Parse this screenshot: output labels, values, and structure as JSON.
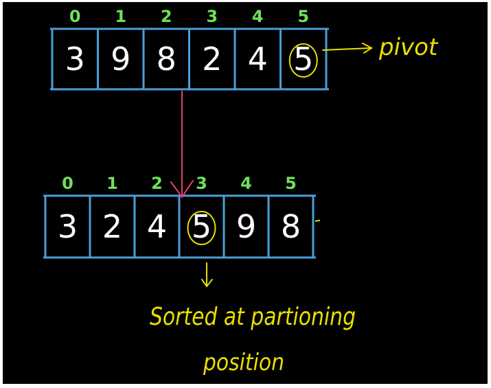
{
  "colors": {
    "background": "#000000",
    "cell_border": "#4a9fd8",
    "index_text": "#6fe05a",
    "value_text": "#ffffff",
    "annotation": "#e8e000",
    "arrow": "#e8436a"
  },
  "top_array": {
    "indices": [
      "0",
      "1",
      "2",
      "3",
      "4",
      "5"
    ],
    "values": [
      "3",
      "9",
      "8",
      "2",
      "4",
      "5"
    ],
    "circled_index": 5
  },
  "bottom_array": {
    "indices": [
      "0",
      "1",
      "2",
      "3",
      "4",
      "5"
    ],
    "values": [
      "3",
      "2",
      "4",
      "5",
      "9",
      "8"
    ],
    "circled_index": 3
  },
  "labels": {
    "pivot": "pivot",
    "sorted_line1": "Sorted at partioning",
    "sorted_line2": "position"
  }
}
